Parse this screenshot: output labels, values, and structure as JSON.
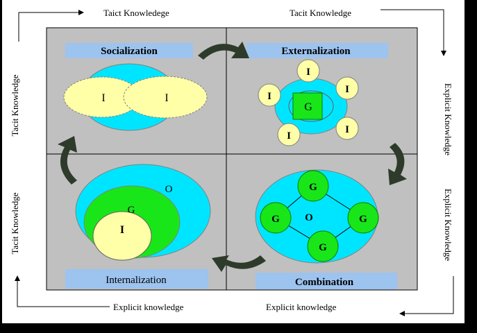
{
  "outer_labels": {
    "top_left": "Taict Knowledege",
    "top_right": "Tacit Knowledge",
    "left_top": "Tacit Knowledge",
    "left_bottom": "Tacit Knowledge",
    "right_top": "Explicit Knowledge",
    "right_bottom": "Explicit Knowledge",
    "bottom_left": "Explicit knowledge",
    "bottom_right": "Explicit knowledge"
  },
  "quadrants": {
    "socialization": {
      "title": "Socialization",
      "nodes": [
        "I",
        "I"
      ]
    },
    "externalization": {
      "title": "Externalization",
      "center": "G",
      "nodes": [
        "I",
        "I",
        "I",
        "I",
        "I"
      ]
    },
    "internalization": {
      "title": "Internalization",
      "outer": "O",
      "middle": "G",
      "inner": "I"
    },
    "combination": {
      "title": "Combination",
      "center": "O",
      "nodes": [
        "G",
        "G",
        "G",
        "G"
      ]
    }
  },
  "colors": {
    "panel": "#c0c0c0",
    "label_box": "#9dc3ef",
    "cyan": "#00e5ff",
    "yellow": "#ffffa8",
    "green": "#19e619",
    "arrow": "#2e3b2a"
  }
}
